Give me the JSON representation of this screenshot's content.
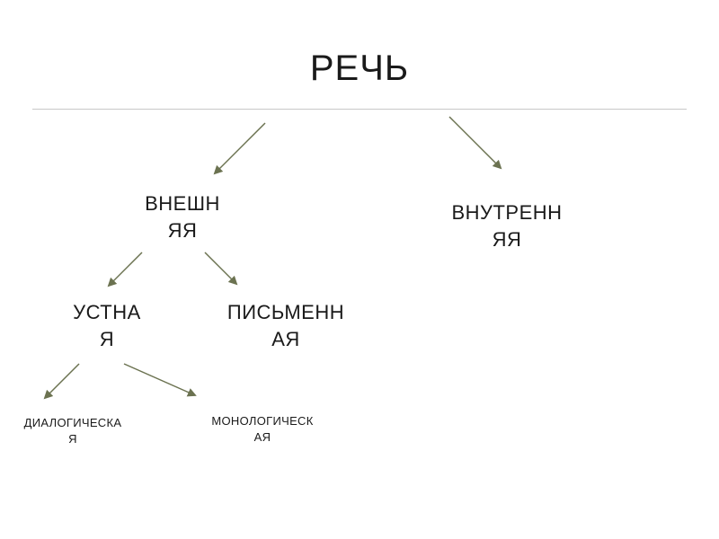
{
  "diagram": {
    "title": "РЕЧЬ",
    "nodes": {
      "external": {
        "line1": "ВНЕШН",
        "line2": "ЯЯ"
      },
      "internal": {
        "line1": "ВНУТРЕНН",
        "line2": "ЯЯ"
      },
      "oral": {
        "line1": "УСТНА",
        "line2": "Я"
      },
      "written": {
        "line1": "ПИСЬМЕНН",
        "line2": "АЯ"
      },
      "dialogic": {
        "line1": "ДИАЛОГИЧЕСКА",
        "line2": "Я"
      },
      "monologic": {
        "line1": "МОНОЛОГИЧЕСК",
        "line2": "АЯ"
      }
    },
    "arrow_color": "#6b7250"
  }
}
